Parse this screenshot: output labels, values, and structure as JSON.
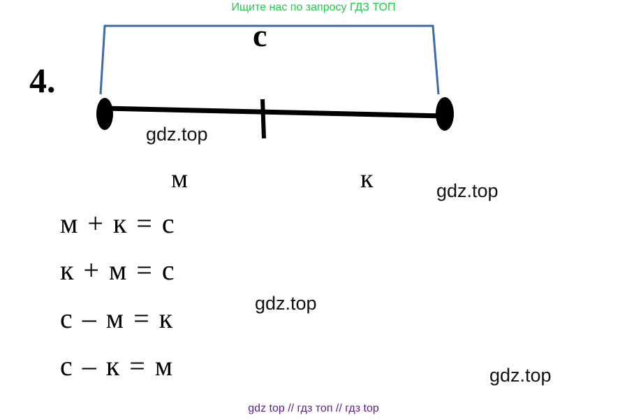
{
  "header_note": "Ищите нас по запросу ГДЗ ТОП",
  "problem_number": "4.",
  "diagram": {
    "brace_label": "с",
    "left_part_label": "м",
    "right_part_label": "к",
    "colors": {
      "brace": "#3d6aa8",
      "segment": "#000000"
    }
  },
  "equations": [
    "м + к = с",
    "к + м = с",
    "с – м = к",
    "с – к = м"
  ],
  "watermarks": [
    "gdz.top",
    "gdz.top",
    "gdz.top",
    "gdz.top"
  ],
  "footer_note": "gdz top  //  гдз топ  //  гдз top"
}
